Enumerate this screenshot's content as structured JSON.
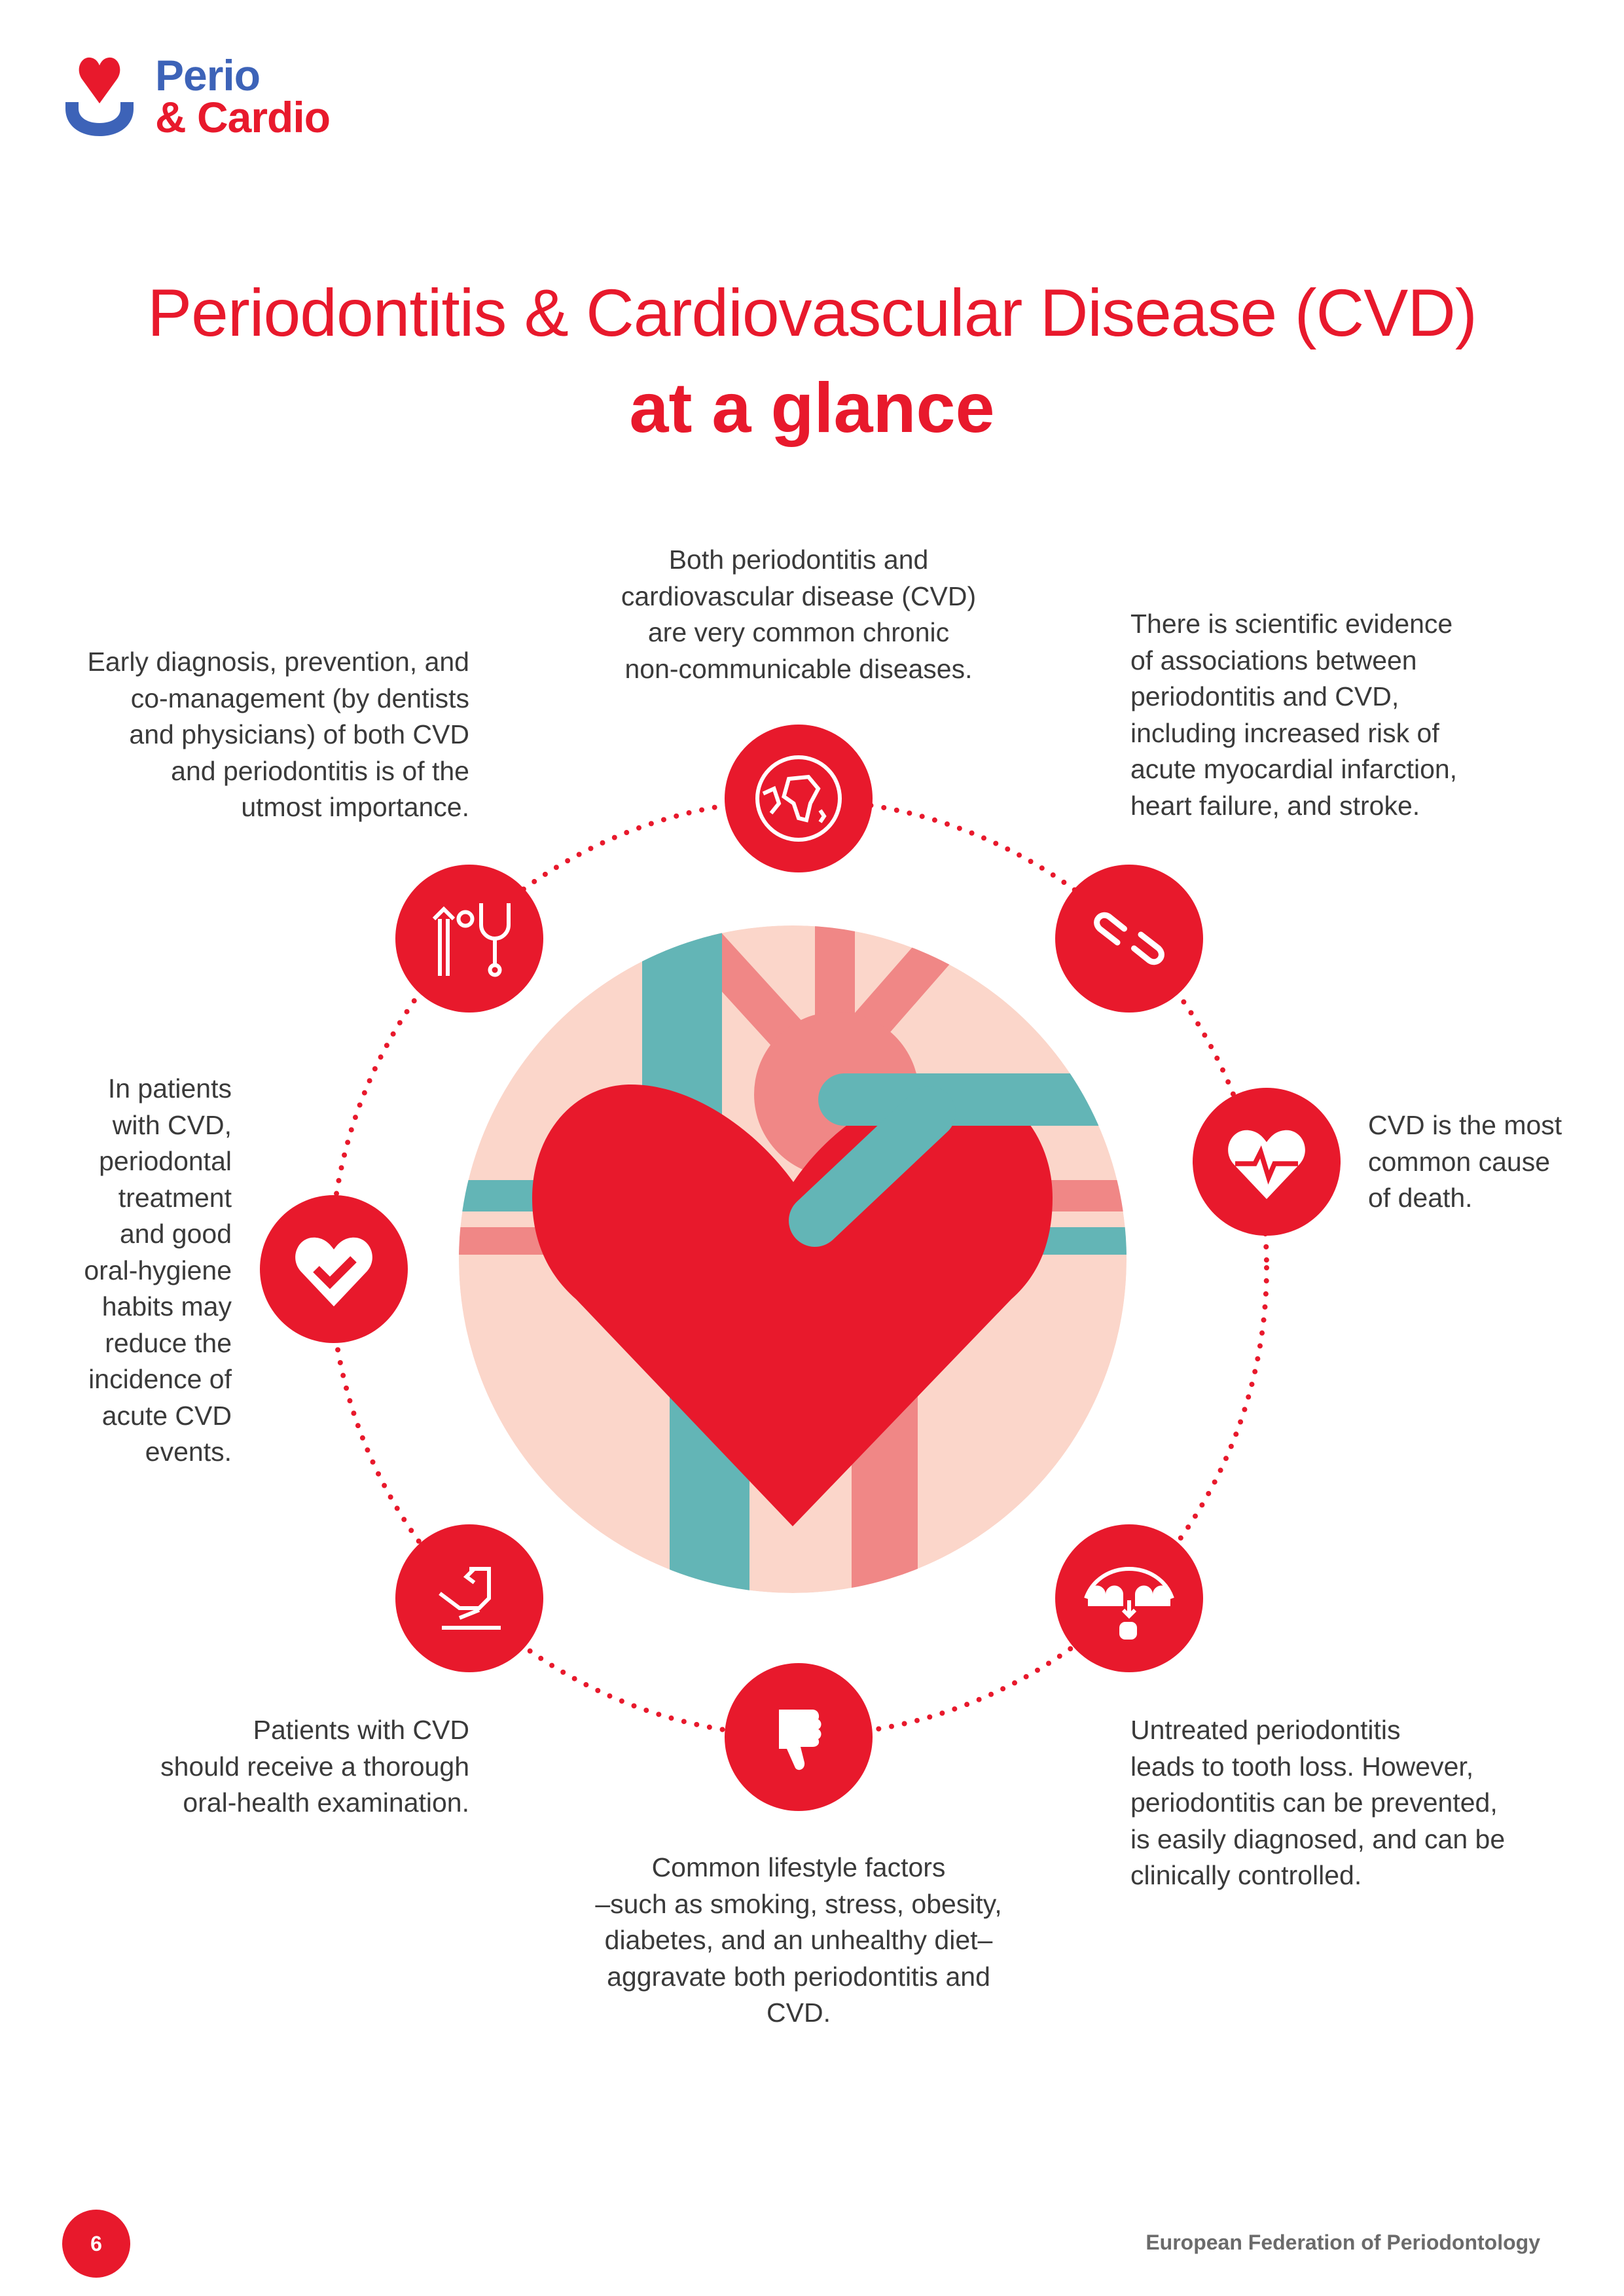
{
  "brand": {
    "line1": "Perio",
    "line2": "& Cardio",
    "blue": "#3d63b8",
    "red": "#e8192c"
  },
  "title": {
    "line1": "Periodontitis &  Cardiovascular Disease (CVD)",
    "line2": "at a glance"
  },
  "facts": {
    "top": [
      "Both periodontitis and",
      "cardiovascular disease (CVD)",
      "are very common chronic",
      "non-communicable diseases."
    ],
    "top_right": [
      "There is scientific evidence",
      "of associations between",
      "periodontitis and CVD,",
      "including increased risk of",
      "acute myocardial infarction,",
      "heart failure, and stroke."
    ],
    "right": [
      "CVD is the most",
      "common cause",
      "of death."
    ],
    "bottom_right": [
      "Untreated periodontitis",
      "leads to tooth loss. However,",
      "periodontitis can be prevented,",
      "is easily diagnosed, and can be",
      "clinically controlled."
    ],
    "bottom": [
      "Common lifestyle factors",
      "–such as smoking, stress, obesity,",
      "diabetes, and an unhealthy diet–",
      "aggravate both periodontitis and",
      "CVD."
    ],
    "bottom_left": [
      "Patients with CVD",
      "should receive a thorough",
      "oral-health examination."
    ],
    "left": [
      "In patients",
      "with CVD,",
      "periodontal",
      "treatment",
      "and good",
      "oral-hygiene",
      "habits may",
      "reduce the",
      "incidence of",
      "acute CVD",
      "events."
    ],
    "top_left": [
      "Early diagnosis, prevention, and",
      "co-management (by dentists",
      "and physicians) of both CVD",
      "and periodontitis is of the",
      "utmost importance."
    ]
  },
  "icons": [
    "globe-icon",
    "link-icon",
    "heart-pulse-icon",
    "teeth-icon",
    "thumbs-down-icon",
    "dental-chair-icon",
    "heart-check-icon",
    "stethoscope-icon"
  ],
  "colors": {
    "red": "#e8192c",
    "teal": "#63b5b6",
    "pink": "#f08786",
    "blush": "#fbd6ca",
    "text": "#3a3a3a"
  },
  "footer": {
    "page_number": "6",
    "organization": "European Federation of Periodontology"
  }
}
